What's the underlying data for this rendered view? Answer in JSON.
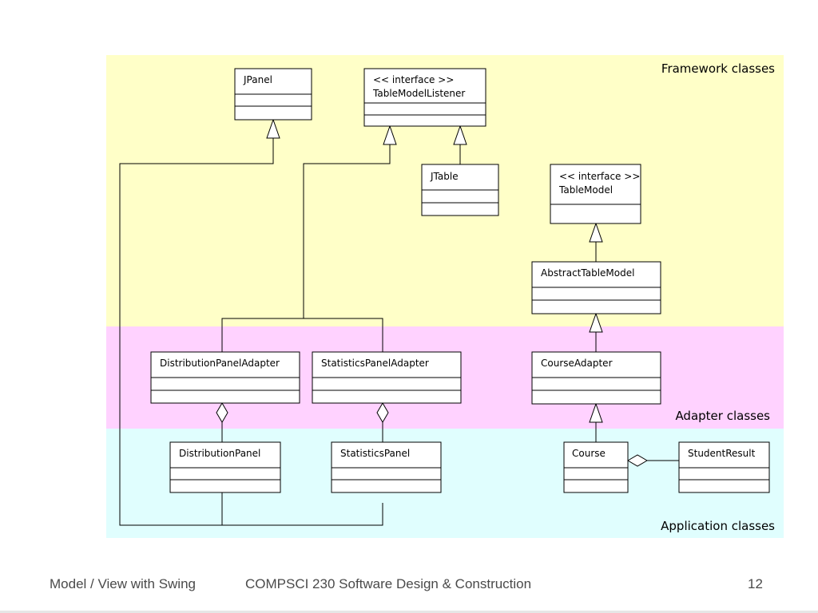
{
  "bands": {
    "framework": "Framework classes",
    "adapter": "Adapter classes",
    "application": "Application classes"
  },
  "colors": {
    "framework_band": "#ffffc8",
    "adapter_band": "#ffd2ff",
    "application_band": "#e0fefe"
  },
  "classes": {
    "jpanel": [
      "JPanel"
    ],
    "table_model_listener": [
      "<< interface >>",
      "TableModelListener"
    ],
    "jtable": [
      "JTable"
    ],
    "table_model": [
      "<< interface >>",
      "TableModel"
    ],
    "abstract_table_model": [
      "AbstractTableModel"
    ],
    "distribution_panel_adapter": [
      "DistributionPanelAdapter"
    ],
    "statistics_panel_adapter": [
      "StatisticsPanelAdapter"
    ],
    "course_adapter": [
      "CourseAdapter"
    ],
    "distribution_panel": [
      "DistributionPanel"
    ],
    "statistics_panel": [
      "StatisticsPanel"
    ],
    "course": [
      "Course"
    ],
    "student_result": [
      "StudentResult"
    ]
  },
  "footer": {
    "left": "Model / View with Swing",
    "center": "COMPSCI 230 Software Design & Construction",
    "page": "12"
  }
}
